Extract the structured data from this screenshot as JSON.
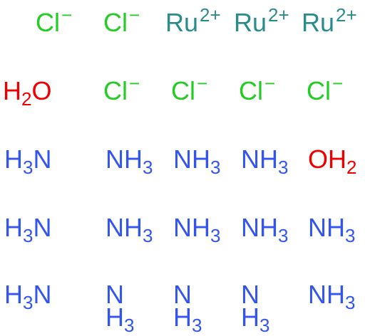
{
  "colors": {
    "chlorine": "#22cc22",
    "ruthenium": "#2a8b8b",
    "oxygen": "#ee0000",
    "nitrogen": "#3355ee"
  },
  "fragments": [
    {
      "id": "cl-1",
      "el": "Cl",
      "color": "chlorine",
      "parts": [
        {
          "t": "Cl"
        },
        {
          "t": "−",
          "k": "sup"
        }
      ]
    },
    {
      "id": "cl-2",
      "el": "Cl",
      "color": "chlorine",
      "parts": [
        {
          "t": "Cl"
        },
        {
          "t": "−",
          "k": "sup"
        }
      ]
    },
    {
      "id": "ru-1",
      "el": "Ru",
      "color": "ruthenium",
      "parts": [
        {
          "t": "Ru"
        },
        {
          "t": "2+",
          "k": "sup"
        }
      ]
    },
    {
      "id": "ru-2",
      "el": "Ru",
      "color": "ruthenium",
      "parts": [
        {
          "t": "Ru"
        },
        {
          "t": "2+",
          "k": "sup"
        }
      ]
    },
    {
      "id": "ru-3",
      "el": "Ru",
      "color": "ruthenium",
      "parts": [
        {
          "t": "Ru"
        },
        {
          "t": "2+",
          "k": "sup"
        }
      ]
    },
    {
      "id": "h2o-1",
      "el": "H2O",
      "color": "oxygen",
      "parts": [
        {
          "t": "H"
        },
        {
          "t": "2",
          "k": "sub"
        },
        {
          "t": "O"
        }
      ]
    },
    {
      "id": "cl-3",
      "el": "Cl",
      "color": "chlorine",
      "parts": [
        {
          "t": "Cl"
        },
        {
          "t": "−",
          "k": "sup"
        }
      ]
    },
    {
      "id": "cl-4",
      "el": "Cl",
      "color": "chlorine",
      "parts": [
        {
          "t": "Cl"
        },
        {
          "t": "−",
          "k": "sup"
        }
      ]
    },
    {
      "id": "cl-5",
      "el": "Cl",
      "color": "chlorine",
      "parts": [
        {
          "t": "Cl"
        },
        {
          "t": "−",
          "k": "sup"
        }
      ]
    },
    {
      "id": "cl-6",
      "el": "Cl",
      "color": "chlorine",
      "parts": [
        {
          "t": "Cl"
        },
        {
          "t": "−",
          "k": "sup"
        }
      ]
    },
    {
      "id": "h3n-1",
      "el": "H3N",
      "color": "nitrogen",
      "parts": [
        {
          "t": "H"
        },
        {
          "t": "3",
          "k": "sub"
        },
        {
          "t": "N"
        }
      ]
    },
    {
      "id": "nh3-1",
      "el": "NH3",
      "color": "nitrogen",
      "parts": [
        {
          "t": "NH"
        },
        {
          "t": "3",
          "k": "sub"
        }
      ]
    },
    {
      "id": "nh3-2",
      "el": "NH3",
      "color": "nitrogen",
      "parts": [
        {
          "t": "NH"
        },
        {
          "t": "3",
          "k": "sub"
        }
      ]
    },
    {
      "id": "nh3-3",
      "el": "NH3",
      "color": "nitrogen",
      "parts": [
        {
          "t": "NH"
        },
        {
          "t": "3",
          "k": "sub"
        }
      ]
    },
    {
      "id": "oh2-1",
      "el": "OH2",
      "color": "oxygen",
      "parts": [
        {
          "t": "OH"
        },
        {
          "t": "2",
          "k": "sub"
        }
      ]
    },
    {
      "id": "h3n-2",
      "el": "H3N",
      "color": "nitrogen",
      "parts": [
        {
          "t": "H"
        },
        {
          "t": "3",
          "k": "sub"
        },
        {
          "t": "N"
        }
      ]
    },
    {
      "id": "nh3-4",
      "el": "NH3",
      "color": "nitrogen",
      "parts": [
        {
          "t": "NH"
        },
        {
          "t": "3",
          "k": "sub"
        }
      ]
    },
    {
      "id": "nh3-5",
      "el": "NH3",
      "color": "nitrogen",
      "parts": [
        {
          "t": "NH"
        },
        {
          "t": "3",
          "k": "sub"
        }
      ]
    },
    {
      "id": "nh3-6",
      "el": "NH3",
      "color": "nitrogen",
      "parts": [
        {
          "t": "NH"
        },
        {
          "t": "3",
          "k": "sub"
        }
      ]
    },
    {
      "id": "nh3-7",
      "el": "NH3",
      "color": "nitrogen",
      "parts": [
        {
          "t": "NH"
        },
        {
          "t": "3",
          "k": "sub"
        }
      ]
    },
    {
      "id": "h3n-3",
      "el": "H3N",
      "color": "nitrogen",
      "parts": [
        {
          "t": "H"
        },
        {
          "t": "3",
          "k": "sub"
        },
        {
          "t": "N"
        }
      ]
    },
    {
      "id": "n-h3-1",
      "el": "N/H3",
      "color": "nitrogen",
      "stacked": true,
      "top": "N",
      "bottom": "H",
      "bottom_sub": "3"
    },
    {
      "id": "n-h3-2",
      "el": "N/H3",
      "color": "nitrogen",
      "stacked": true,
      "top": "N",
      "bottom": "H",
      "bottom_sub": "3"
    },
    {
      "id": "n-h3-3",
      "el": "N/H3",
      "color": "nitrogen",
      "stacked": true,
      "top": "N",
      "bottom": "H",
      "bottom_sub": "3"
    },
    {
      "id": "nh3-8",
      "el": "NH3",
      "color": "nitrogen",
      "parts": [
        {
          "t": "NH"
        },
        {
          "t": "3",
          "k": "sub"
        }
      ]
    }
  ]
}
